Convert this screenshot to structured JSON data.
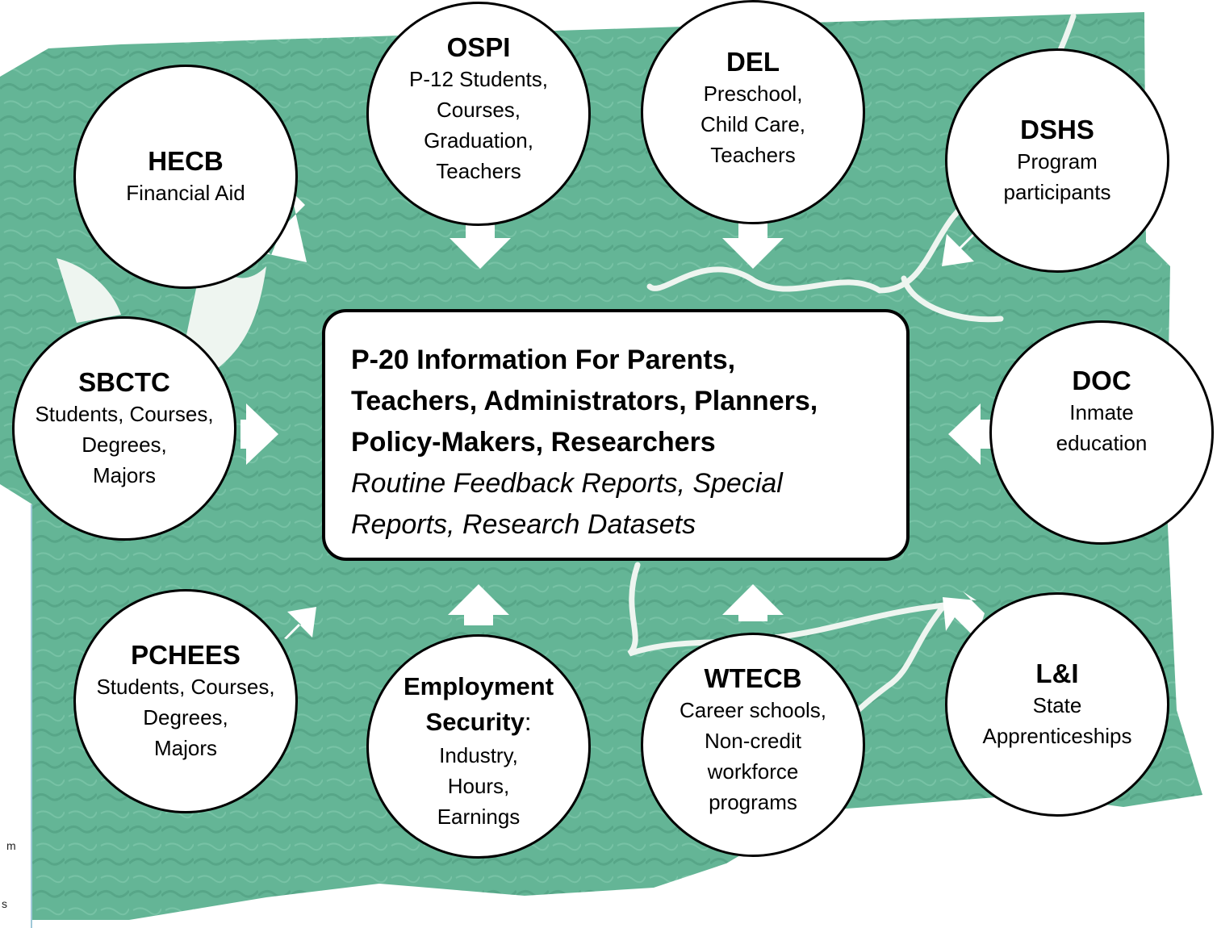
{
  "colors": {
    "map_fill": "#64b596",
    "map_shade": "#4f9e80",
    "river": "#eef5f0",
    "arrow": "#ffffff",
    "circle_fill": "#ffffff",
    "outline": "#000000"
  },
  "center": {
    "heading": "P-20 Information For Parents,\nTeachers, Administrators, Planners,\nPolicy-Makers, Researchers",
    "subheading": "Routine Feedback Reports, Special\nReports, Research Datasets"
  },
  "sources": [
    {
      "id": "hecb",
      "title": "HECB",
      "desc": "Financial Aid"
    },
    {
      "id": "ospi",
      "title": "OSPI",
      "desc": "P-12 Students,\nCourses,\nGraduation,\nTeachers"
    },
    {
      "id": "del",
      "title": "DEL",
      "desc": "Preschool,\nChild Care,\nTeachers"
    },
    {
      "id": "dshs",
      "title": "DSHS",
      "desc": "Program\nparticipants"
    },
    {
      "id": "sbctc",
      "title": "SBCTC",
      "desc": "Students, Courses,\nDegrees,\nMajors"
    },
    {
      "id": "doc",
      "title": "DOC",
      "desc": "Inmate\neducation"
    },
    {
      "id": "pchees",
      "title": "PCHEES",
      "desc": "Students, Courses,\nDegrees,\nMajors"
    },
    {
      "id": "esd",
      "title": "Employment\nSecurity",
      "title_suffix": ":",
      "desc": "Industry,\nHours,\nEarnings"
    },
    {
      "id": "wtecb",
      "title": "WTECB",
      "desc": "Career schools,\nNon-credit\nworkforce\nprograms"
    },
    {
      "id": "li",
      "title": "L&I",
      "desc": "State\nApprenticeships"
    }
  ],
  "edge_fragments": [
    "m",
    "s"
  ]
}
